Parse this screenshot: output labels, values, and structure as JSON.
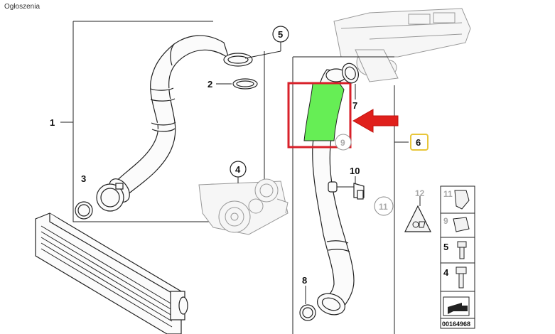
{
  "header": {
    "ad_label": "Ogłoszenia"
  },
  "diagram": {
    "callouts": {
      "n1": "1",
      "n2": "2",
      "n3": "3",
      "n4": "4",
      "n5": "5",
      "n6": "6",
      "n7": "7",
      "n8": "8",
      "n9": "9",
      "n10": "10",
      "n11": "11",
      "n12": "12"
    },
    "legend": {
      "r11": "11",
      "r9": "9",
      "r5": "5",
      "r4": "4",
      "code": "00164968"
    },
    "highlight_color": "#66ee55",
    "arrow_color": "#e0201c",
    "frame_color": "#d8202a",
    "badge_border_color": "#e8c63a"
  }
}
